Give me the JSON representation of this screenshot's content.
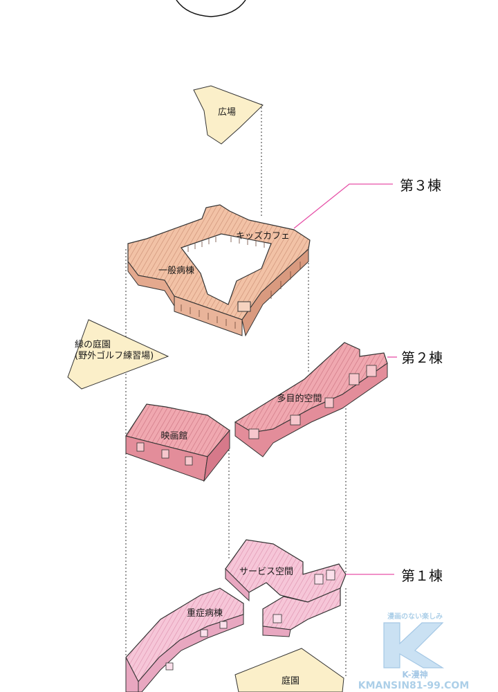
{
  "labels": {
    "plaza": "広場",
    "kids_cafe": "キッズカフェ",
    "general_ward": "一般病棟",
    "green_garden_line1": "緑の庭園",
    "green_garden_line2": "(野外ゴルフ練習場)",
    "multipurpose": "多目的空間",
    "cinema": "映画館",
    "service_space": "サービス空間",
    "severe_ward": "重症病棟",
    "garden": "庭園"
  },
  "buildings": {
    "b3": "第３棟",
    "b2": "第２棟",
    "b1": "第１棟"
  },
  "watermark": {
    "tagline": "漫画のない楽しみ",
    "brand": "K-漫神",
    "url": "KMANSIN81-99.COM"
  },
  "colors": {
    "peach": "#f2c2a6",
    "peach_dark": "#d89a7f",
    "pink": "#f0a8b0",
    "pink_dark": "#d9808e",
    "light_pink": "#f6c6d8",
    "light_pink_dark": "#e49bb8",
    "pale_yellow": "#fbefc9",
    "leader": "#e64fa6"
  }
}
